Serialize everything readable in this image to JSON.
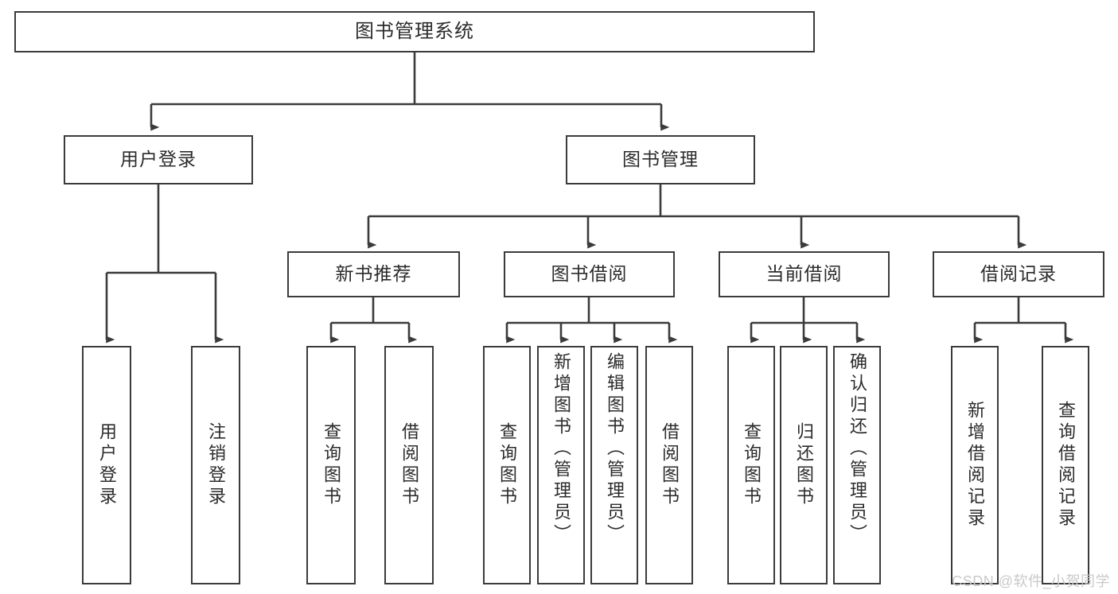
{
  "diagram": {
    "title": "图书管理系统",
    "type": "tree",
    "stroke_color": "#3b3b3b",
    "text_color": "#2b2b2b",
    "background": "#ffffff",
    "watermark": "CSDN @软件_小贺同学",
    "watermark_color": "#c9c9c9"
  },
  "nodes": {
    "root": {
      "label": "图书管理系统",
      "level": 1
    },
    "l2": [
      {
        "id": "user-login",
        "label": "用户登录",
        "level": 2
      },
      {
        "id": "book-mgmt",
        "label": "图书管理",
        "level": 2
      }
    ],
    "l3": [
      {
        "id": "new-book-rec",
        "label": "新书推荐",
        "level": 3
      },
      {
        "id": "book-borrow",
        "label": "图书借阅",
        "level": 3
      },
      {
        "id": "current-borrow",
        "label": "当前借阅",
        "level": 3
      },
      {
        "id": "borrow-record",
        "label": "借阅记录",
        "level": 3
      }
    ],
    "leaves": [
      {
        "id": "leaf-user-login",
        "label": "用户登录",
        "parent": "user-login",
        "align": "center"
      },
      {
        "id": "leaf-logout",
        "label": "注销登录",
        "parent": "user-login",
        "align": "center"
      },
      {
        "id": "leaf-query-book-1",
        "label": "查询图书",
        "parent": "new-book-rec",
        "align": "center"
      },
      {
        "id": "leaf-borrow-book-1",
        "label": "借阅图书",
        "parent": "new-book-rec",
        "align": "center"
      },
      {
        "id": "leaf-query-book-2",
        "label": "查询图书",
        "parent": "book-borrow",
        "align": "center"
      },
      {
        "id": "leaf-add-book",
        "label": "新增图书（管理员）",
        "parent": "book-borrow",
        "align": "top"
      },
      {
        "id": "leaf-edit-book",
        "label": "编辑图书（管理员）",
        "parent": "book-borrow",
        "align": "top"
      },
      {
        "id": "leaf-borrow-book-2",
        "label": "借阅图书",
        "parent": "book-borrow",
        "align": "center"
      },
      {
        "id": "leaf-query-book-3",
        "label": "查询图书",
        "parent": "current-borrow",
        "align": "center"
      },
      {
        "id": "leaf-return-book",
        "label": "归还图书",
        "parent": "current-borrow",
        "align": "center"
      },
      {
        "id": "leaf-confirm-return",
        "label": "确认归还（管理员）",
        "parent": "current-borrow",
        "align": "top"
      },
      {
        "id": "leaf-add-record",
        "label": "新增借阅记录",
        "parent": "borrow-record",
        "align": "center"
      },
      {
        "id": "leaf-query-record",
        "label": "查询借阅记录",
        "parent": "borrow-record",
        "align": "center"
      }
    ]
  }
}
